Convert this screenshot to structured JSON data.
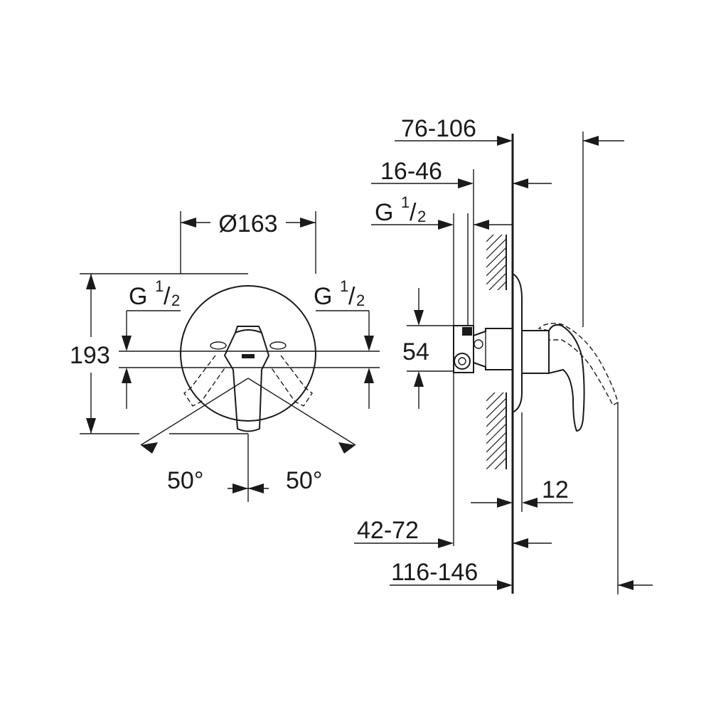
{
  "front_view": {
    "diameter_symbol": "Ø",
    "diameter": "163",
    "height": "193",
    "thread_left": {
      "letter": "G",
      "num": "1",
      "slash": "/",
      "den": "2"
    },
    "thread_right": {
      "letter": "G",
      "num": "1",
      "slash": "/",
      "den": "2"
    },
    "angle_left": "50°",
    "angle_right": "50°"
  },
  "side_view": {
    "dim_76_106": "76-106",
    "dim_16_46": "16-46",
    "thread": {
      "letter": "G",
      "num": "1",
      "slash": "/",
      "den": "2"
    },
    "dim_54": "54",
    "dim_12": "12",
    "dim_42_72": "42-72",
    "dim_116_146": "116-146"
  }
}
